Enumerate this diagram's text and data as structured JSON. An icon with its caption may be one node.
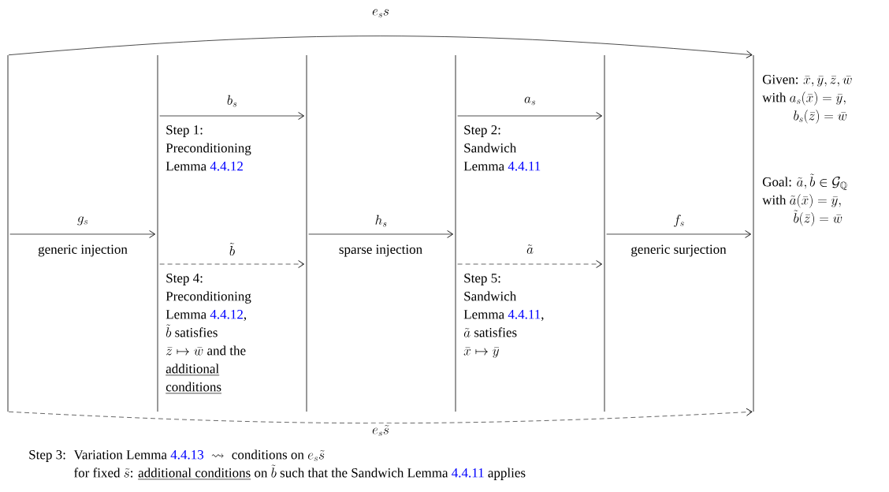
{
  "diagram": {
    "nodes": [
      {
        "text": [],
        "shape": "bar"
      },
      {
        "text": [],
        "shape": "bar"
      },
      {
        "text": [],
        "shape": "bar"
      },
      {
        "text": [],
        "shape": "bar"
      },
      {
        "text": [],
        "shape": "bar"
      },
      {
        "text": [],
        "shape": "bar"
      }
    ],
    "edges": [
      {
        "from": 0,
        "to": 5,
        "arrow": "to",
        "label": "e_s s"
      },
      {
        "from": 1,
        "to": 2,
        "arrow": "to",
        "label": "b_s"
      },
      {
        "from": 3,
        "to": 4,
        "arrow": "to",
        "label": "a_s"
      },
      {
        "from": 0,
        "to": 1,
        "arrow": "to",
        "label": "g_s"
      },
      {
        "from": 2,
        "to": 3,
        "arrow": "to",
        "label": "h_s"
      },
      {
        "from": 4,
        "to": 5,
        "arrow": "to",
        "label": "f_s"
      },
      {
        "from": 1,
        "to": 2,
        "arrow": "to",
        "label": "\\tilde{b}",
        "style": "dashed"
      },
      {
        "from": 3,
        "to": 4,
        "arrow": "to",
        "label": "\\tilde{a}",
        "style": "dashed"
      },
      {
        "from": 0,
        "to": 5,
        "arrow": "to",
        "label": "e_s\\tilde{s}",
        "style": "dashed"
      }
    ],
    "labels": [
      "\\begin{array}{@{}l@{}}\\text{Given: }\\bar{x},\\bar{y},\\bar{z},\\bar{w}\\\\\\text{with }a_s(\\bar{x})=\\bar{y},\\\\\\hphantom{\\text{with }}\\;b_s(\\bar{z})=\\bar{w}\\end{array}",
      "\\begin{array}{@{}l@{}}\\text{Step 1:}\\\\\\text{Preconditioning}\\\\\\text{Lemma \\textcolor{blue}{4.4.12}}\\end{array}",
      "\\begin{array}{@{}l@{}}\\text{Step 2:}\\\\\\text{Sandwich}\\\\\\text{Lemma \\textcolor{blue}{4.4.11}}\\end{array}",
      "\\begin{array}{@{}l@{}}\\text{Goal: }\\tilde{a},\\tilde{b}\\in\\mathcal{G}_{\\mathbb{Q}}\\\\\\text{with }\\tilde{a}(\\bar{x})=\\bar{y},\\\\\\hphantom{\\text{with }}\\;\\tilde{b}(\\bar{z})=\\bar{w}\\end{array}",
      "generic injection",
      "sparse injection",
      "generic surjection",
      "\\begin{array}{@{}l@{}}\\text{Step 4:}\\\\\\text{Preconditioning}\\\\\\text{Lemma \\textcolor{blue}{4.4.12},}\\\\\\tilde{b}\\text{ satisfies}\\\\\\bar{z}\\mapsto\\bar{w}\\text{ and the}\\\\\\underline{\\text{additional}}\\\\\\underline{\\text{conditions}}\\end{array}",
      "\\begin{array}{@{}l@{}}\\text{Step 5:}\\\\\\text{Sandwich}\\\\\\text{Lemma \\textcolor{blue}{4.4.11},}\\\\\\tilde{a}\\text{ satisfies}\\\\\\bar{x}\\mapsto\\bar{y}\\end{array}",
      "\\begin{array}{@{}l@{\\;\\;}l@{}}\\text{Step 3:}&\\text{Variation Lemma \\textcolor{blue}{4.4.13} }\\rightsquigarrow\\text{ conditions on }e_s\\tilde{s}\\\\&\\text{for fixed }\\tilde{s}\\text{: }\\underline{\\text{additional conditions}}\\text{ on }\\tilde{b}\\text{ such that the Sandwich Lemma \\textcolor{blue}{4.4.11} applies}\\end{array}"
    ]
  }
}
